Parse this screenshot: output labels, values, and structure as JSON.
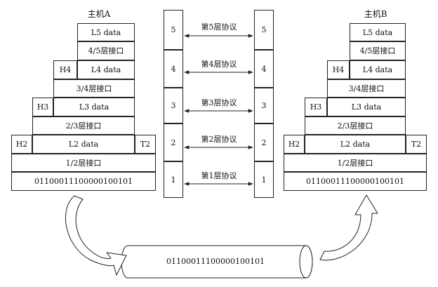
{
  "host_a": {
    "title": "主机A",
    "l5": "L5 data",
    "if45": "4/5层接口",
    "h4": "H4",
    "l4": "L4 data",
    "if34": "3/4层接口",
    "h3": "H3",
    "l3": "L3 data",
    "if23": "2/3层接口",
    "h2": "H2",
    "l2": "L2 data",
    "t2": "T2",
    "if12": "1/2层接口",
    "bits": "01100011100000100101"
  },
  "host_b": {
    "title": "主机B",
    "l5": "L5 data",
    "if45": "4/5层接口",
    "h4": "H4",
    "l4": "L4 data",
    "if34": "3/4层接口",
    "h3": "H3",
    "l3": "L3 data",
    "if23": "2/3层接口",
    "h2": "H2",
    "l2": "L2 data",
    "t2": "T2",
    "if12": "1/2层接口",
    "bits": "01100011100000100101"
  },
  "layers_left": [
    "5",
    "4",
    "3",
    "2",
    "1"
  ],
  "layers_right": [
    "5",
    "4",
    "3",
    "2",
    "1"
  ],
  "protocols": [
    "第5层协议",
    "第4层协议",
    "第3层协议",
    "第2层协议",
    "第1层协议"
  ],
  "medium": {
    "bits": "01100011100000100101"
  }
}
